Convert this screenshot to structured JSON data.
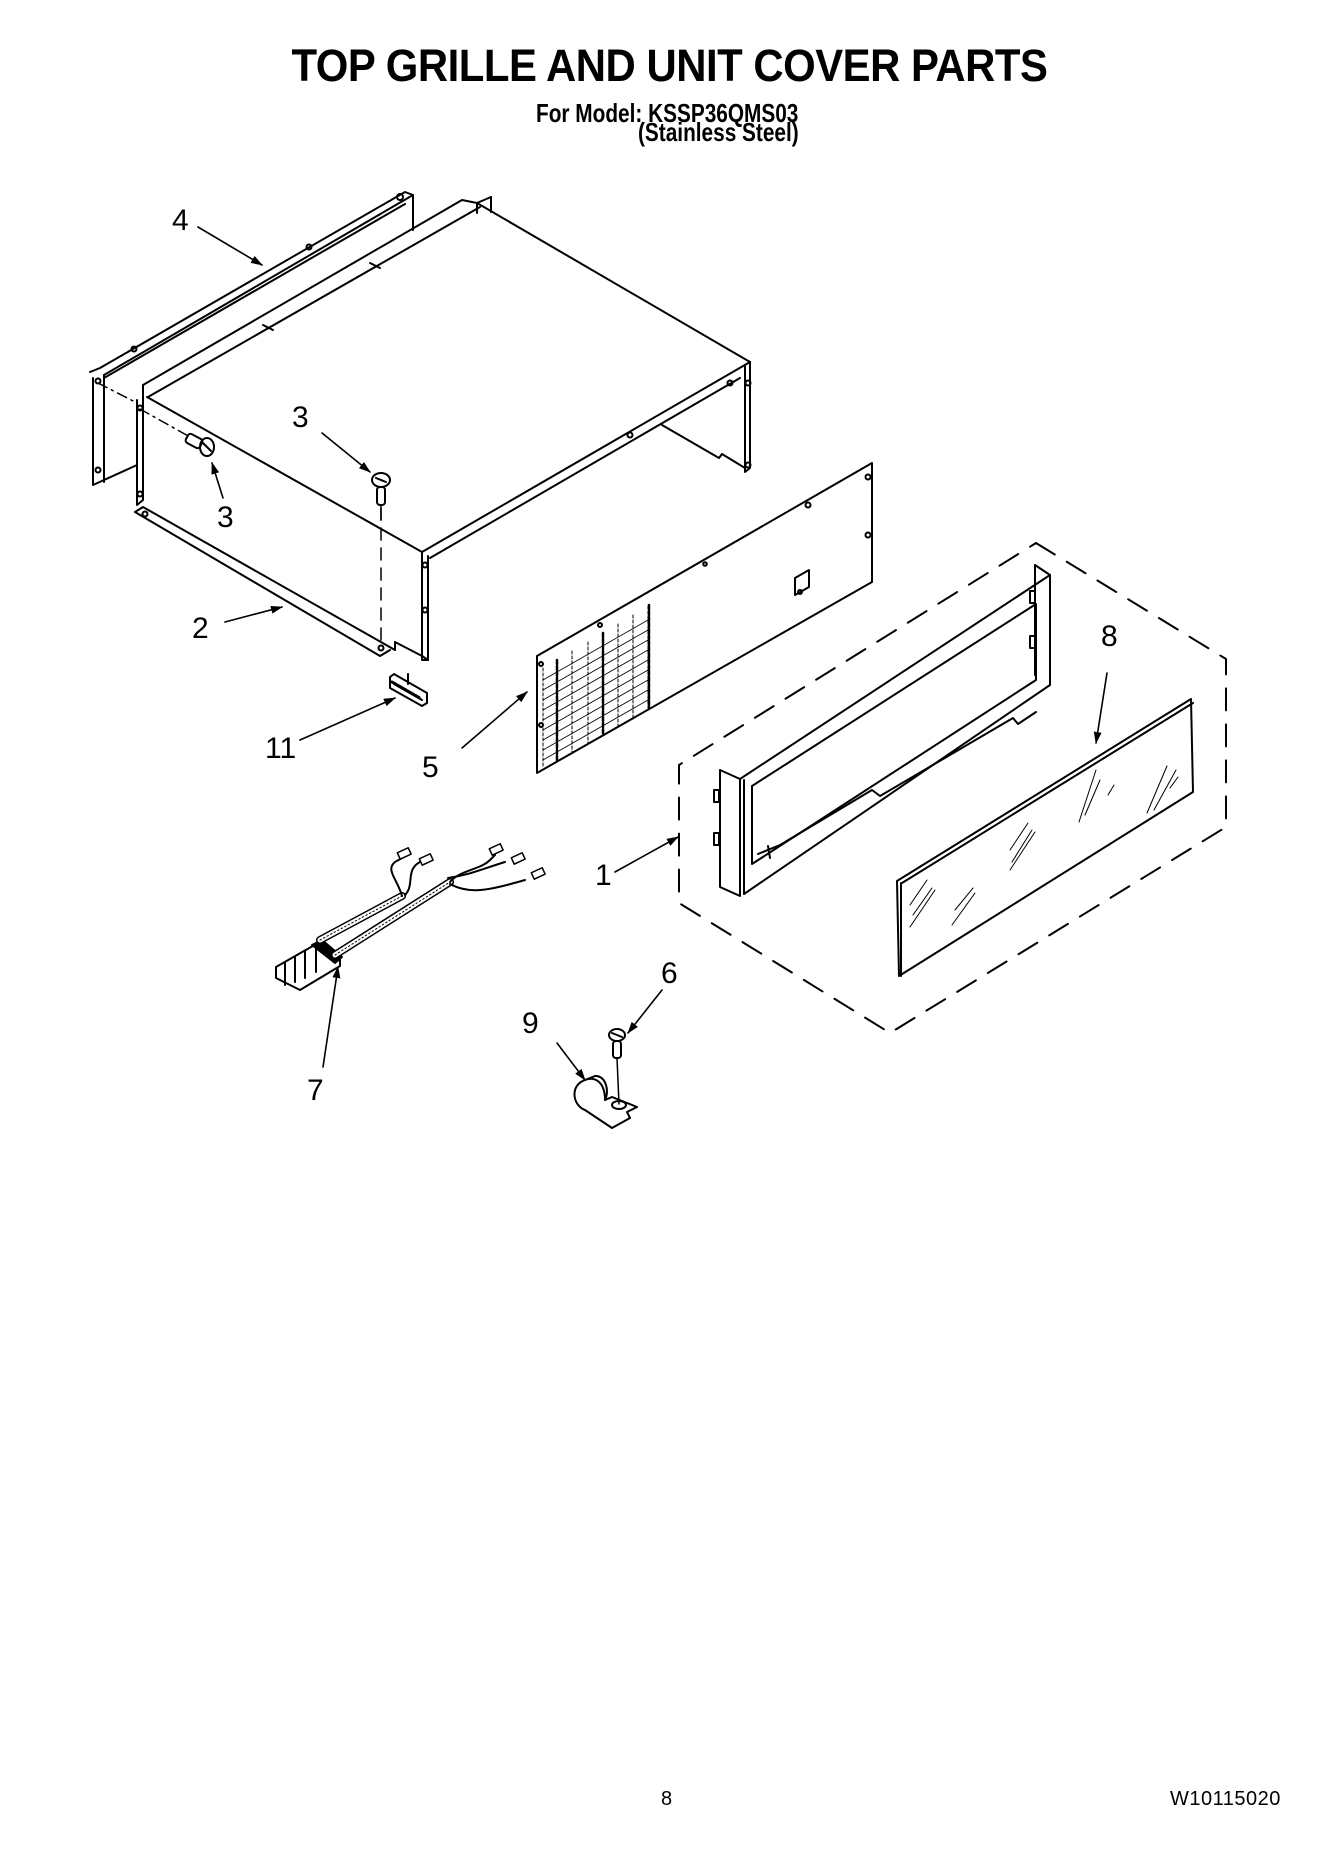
{
  "header": {
    "title": "TOP GRILLE AND UNIT COVER PARTS",
    "model_line": "For Model: KSSP36QMS03",
    "finish_line": "(Stainless Steel)"
  },
  "diagram": {
    "callouts": [
      {
        "id": "4",
        "label": "4",
        "part": "rear-bracket"
      },
      {
        "id": "3a",
        "label": "3",
        "part": "screw-top"
      },
      {
        "id": "3b",
        "label": "3",
        "part": "screw-side"
      },
      {
        "id": "2",
        "label": "2",
        "part": "unit-cover"
      },
      {
        "id": "11",
        "label": "11",
        "part": "clip"
      },
      {
        "id": "5",
        "label": "5",
        "part": "grille-panel"
      },
      {
        "id": "8",
        "label": "8",
        "part": "glass-panel"
      },
      {
        "id": "1",
        "label": "1",
        "part": "trim-assembly"
      },
      {
        "id": "7",
        "label": "7",
        "part": "wire-harness"
      },
      {
        "id": "6",
        "label": "6",
        "part": "screw-clamp"
      },
      {
        "id": "9",
        "label": "9",
        "part": "cable-clamp"
      }
    ]
  },
  "footer": {
    "page_number": "8",
    "document_number": "W10115020"
  }
}
